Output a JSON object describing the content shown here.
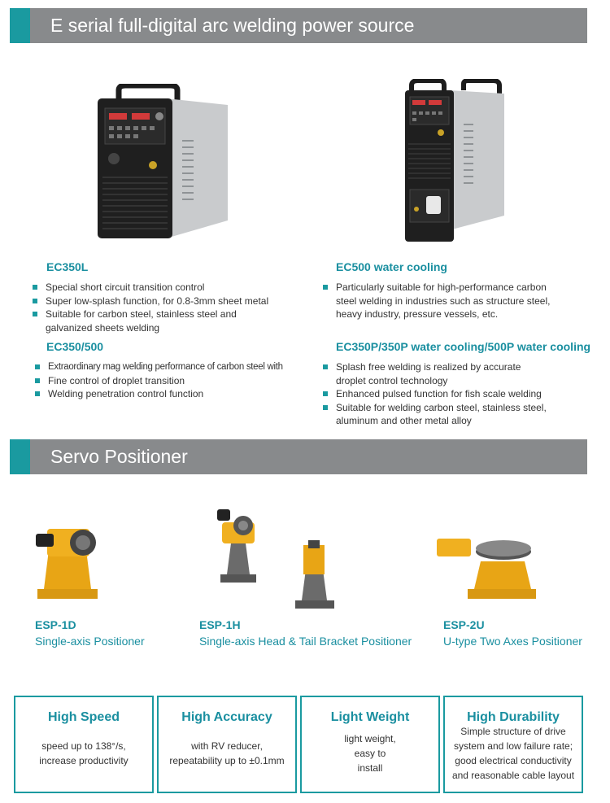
{
  "section1": {
    "title": "E  serial full-digital arc welding power source"
  },
  "products": {
    "ec350l": {
      "title": "EC350L",
      "bullets": [
        "Special short circuit transition control",
        "Super low-splash function, for 0.8-3mm sheet metal",
        "Suitable for carbon steel, stainless steel and galvanized sheets welding"
      ]
    },
    "ec350_500": {
      "title": "EC350/500",
      "bullets": [
        "Extraordinary mag welding performance of carbon steel with",
        "Fine control of droplet transition",
        "Welding penetration control function"
      ]
    },
    "ec500w": {
      "title": "EC500 water cooling",
      "bullets": [
        "Particularly suitable for high-performance carbon steel welding in industries such as structure steel, heavy industry, pressure vessels, etc."
      ]
    },
    "ec350p": {
      "title": "EC350P/350P water cooling/500P water cooling",
      "bullets": [
        "Splash free welding is realized by accurate droplet control technology",
        "Enhanced pulsed function for fish scale welding",
        "Suitable for welding carbon steel, stainless steel, aluminum and other metal alloy"
      ]
    }
  },
  "section2": {
    "title": "Servo Positioner"
  },
  "positioners": [
    {
      "code": "ESP-1D",
      "name": "Single-axis Positioner"
    },
    {
      "code": "ESP-1H",
      "name": "Single-axis Head & Tail Bracket Positioner"
    },
    {
      "code": "ESP-2U",
      "name": "U-type Two Axes Positioner"
    }
  ],
  "features": [
    {
      "title": "High Speed",
      "desc": "speed up to 138°/s, increase productivity"
    },
    {
      "title": "High Accuracy",
      "desc": "with RV reducer, repeatability up to ±0.1mm"
    },
    {
      "title": "Light Weight",
      "desc": "light weight, easy to install"
    },
    {
      "title": "High Durability",
      "desc": "Simple structure of drive system and low failure rate; good electrical conductivity and reasonable cable layout"
    }
  ],
  "colors": {
    "accent": "#1a9aa0",
    "banner": "#888a8c",
    "heading": "#1a8fa0",
    "positioner_yellow": "#e8a515"
  }
}
